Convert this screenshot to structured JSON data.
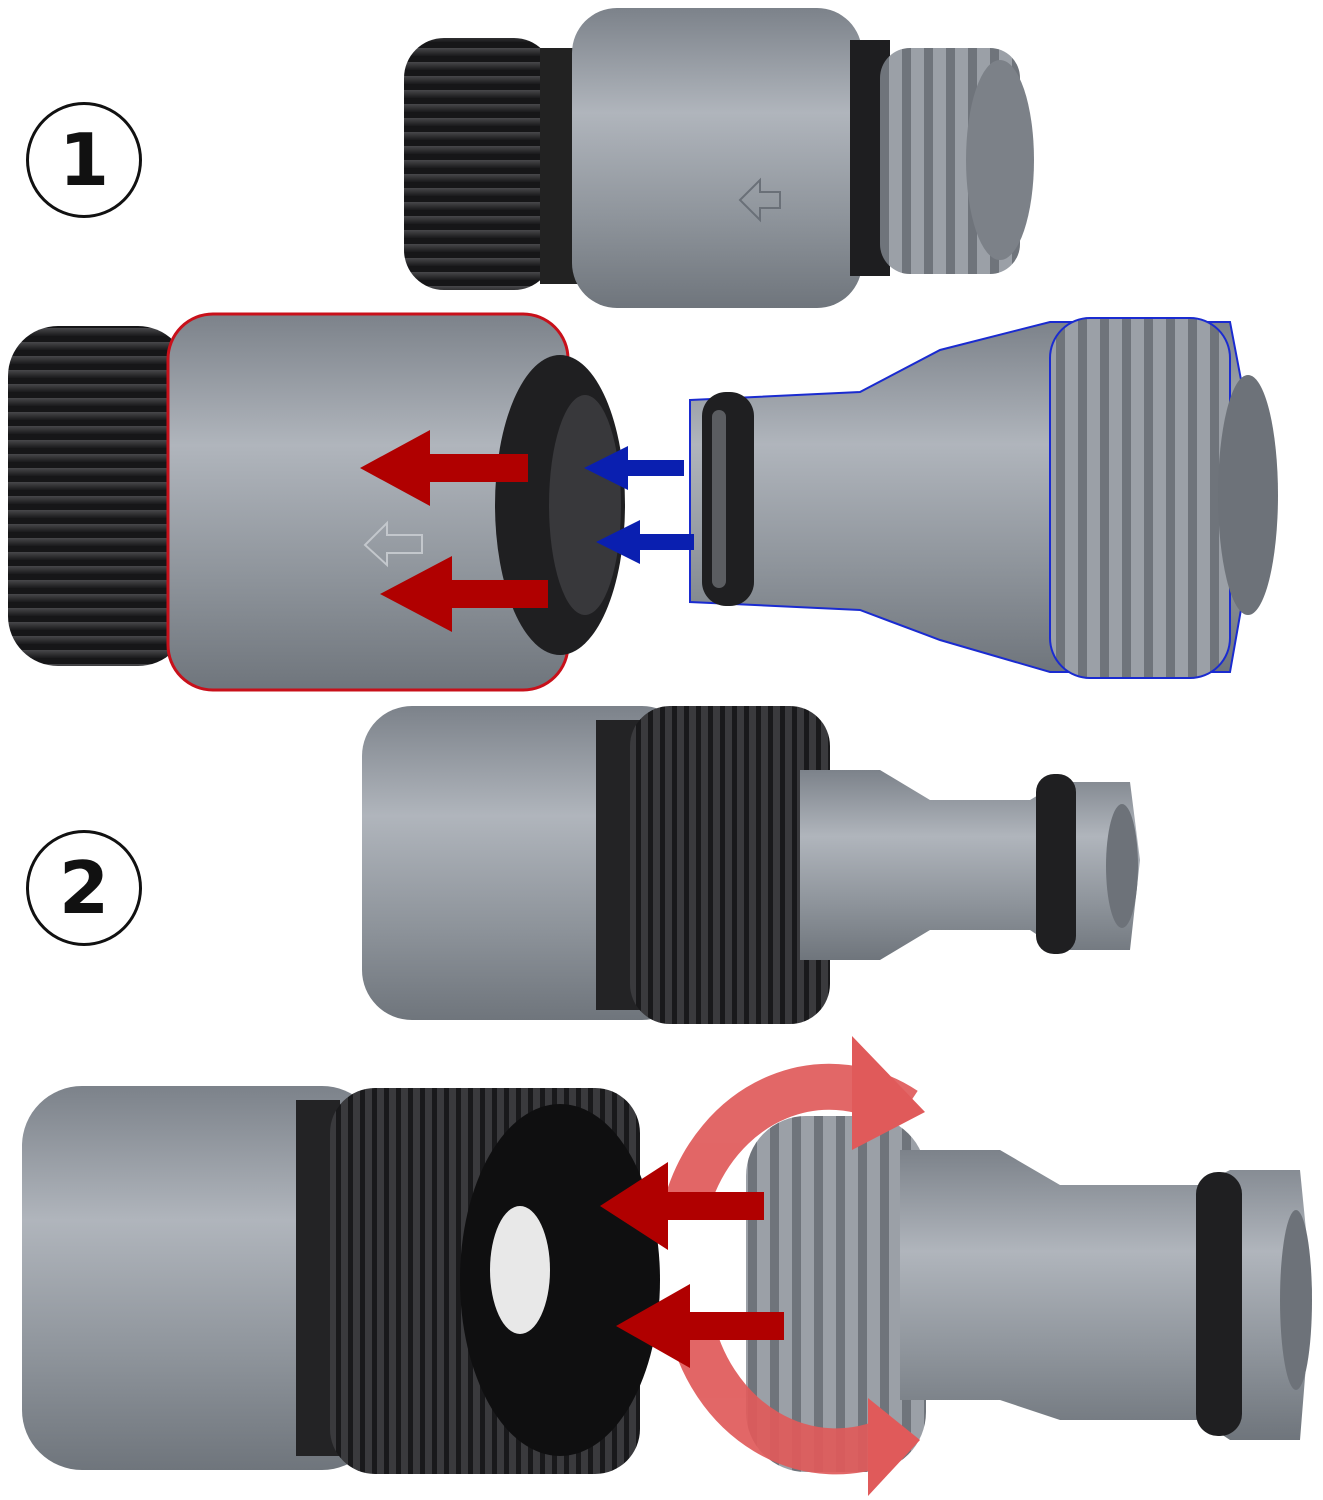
{
  "steps": [
    {
      "number": "1"
    },
    {
      "number": "2"
    }
  ],
  "colors": {
    "background": "#ffffff",
    "body_grey": "#8f959d",
    "body_grey_light": "#a9aeb5",
    "nut_black": "#2b2b2d",
    "insert_arrow_red": "#b00000",
    "seal_arrow_blue": "#0a1fb0",
    "rotate_arrow_red": "#e05a5a",
    "connector_outline_red": "#c8101a",
    "adapter_outline_blue": "#1a2bd0"
  },
  "icons": [
    "step-1-badge",
    "step-2-badge",
    "insert-arrow",
    "seal-arrow",
    "rotation-arrow"
  ]
}
